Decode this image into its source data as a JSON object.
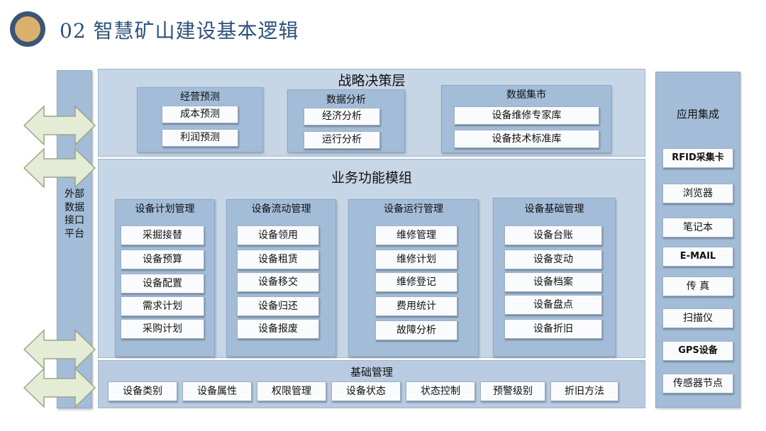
{
  "header": {
    "title": "02 智慧矿山建设基本逻辑"
  },
  "external_interface": {
    "label": "外部数据接口平台"
  },
  "strategy_layer": {
    "title": "战略决策层",
    "groups": [
      {
        "title": "经营预测",
        "items": [
          "成本预测",
          "利润预测"
        ]
      },
      {
        "title": "数据分析",
        "items": [
          "经济分析",
          "运行分析"
        ]
      },
      {
        "title": "数据集市",
        "items": [
          "设备维修专家库",
          "设备技术标准库"
        ]
      }
    ]
  },
  "business_layer": {
    "title": "业务功能模组",
    "groups": [
      {
        "title": "设备计划管理",
        "items": [
          "采掘接替",
          "设备预算",
          "设备配置",
          "需求计划",
          "采购计划"
        ]
      },
      {
        "title": "设备流动管理",
        "items": [
          "设备领用",
          "设备租赁",
          "设备移交",
          "设备归还",
          "设备报废"
        ]
      },
      {
        "title": "设备运行管理",
        "items": [
          "维修管理",
          "维修计划",
          "维修登记",
          "费用统计",
          "故障分析"
        ]
      },
      {
        "title": "设备基础管理",
        "items": [
          "设备台账",
          "设备变动",
          "设备档案",
          "设备盘点",
          "设备折旧"
        ]
      }
    ]
  },
  "base_layer": {
    "title": "基础管理",
    "items": [
      "设备类别",
      "设备属性",
      "权限管理",
      "设备状态",
      "状态控制",
      "预警级别",
      "折旧方法"
    ]
  },
  "app_integration": {
    "title": "应用集成",
    "items": [
      "RFID采集卡",
      "浏览器",
      "笔记本",
      "E-MAIL",
      "传 真",
      "扫描仪",
      "GPS设备",
      "传感器节点"
    ]
  }
}
